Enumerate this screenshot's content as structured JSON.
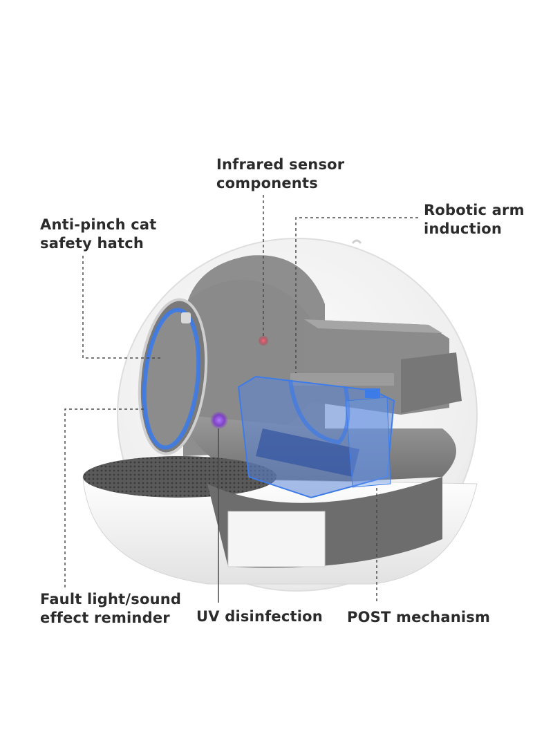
{
  "labels": {
    "infrared": {
      "line1": "Infrared sensor",
      "line2": "components"
    },
    "robotic_arm": {
      "line1": "Robotic arm",
      "line2": "induction"
    },
    "anti_pinch": {
      "line1": "Anti-pinch cat",
      "line2": "safety hatch"
    },
    "fault_light": {
      "line1": "Fault light/sound",
      "line2": "effect reminder"
    },
    "uv": {
      "line1": "UV disinfection"
    },
    "post": {
      "line1": "POST mechanism"
    }
  },
  "colors": {
    "label_text": "#2b2b2b",
    "leader_line": "#4a4a4a",
    "shell": "#f4f4f4",
    "inner_gray": "#8d8d8d",
    "accent_blue": "#3d7be8",
    "uv_purple": "#8a3fd9",
    "sensor_red": "#d8304a"
  }
}
